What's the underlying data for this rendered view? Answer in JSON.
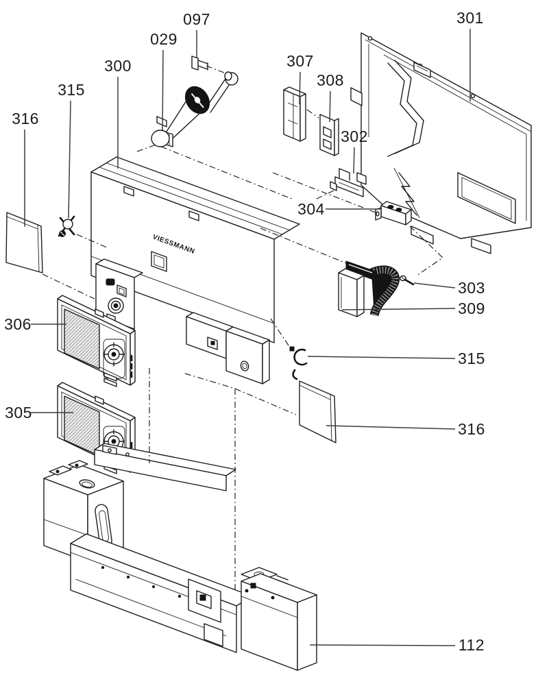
{
  "diagram": {
    "type": "exploded-parts-diagram",
    "brand_logo_text": "VIESSMANN",
    "colors": {
      "line": "#1c1c1c",
      "background": "#ffffff",
      "dark_fill": "#141414",
      "screen_fill": "#ededed",
      "leader": "#3c3c3c"
    },
    "callouts": [
      {
        "id": "097",
        "text": "097"
      },
      {
        "id": "029",
        "text": "029"
      },
      {
        "id": "300",
        "text": "300"
      },
      {
        "id": "315-left",
        "text": "315"
      },
      {
        "id": "316-left",
        "text": "316"
      },
      {
        "id": "307",
        "text": "307"
      },
      {
        "id": "308",
        "text": "308"
      },
      {
        "id": "301",
        "text": "301"
      },
      {
        "id": "302",
        "text": "302"
      },
      {
        "id": "304",
        "text": "304"
      },
      {
        "id": "303",
        "text": "303"
      },
      {
        "id": "309",
        "text": "309"
      },
      {
        "id": "315-right",
        "text": "315"
      },
      {
        "id": "316-right",
        "text": "316"
      },
      {
        "id": "306",
        "text": "306"
      },
      {
        "id": "305",
        "text": "305"
      },
      {
        "id": "112",
        "text": "112"
      }
    ]
  }
}
